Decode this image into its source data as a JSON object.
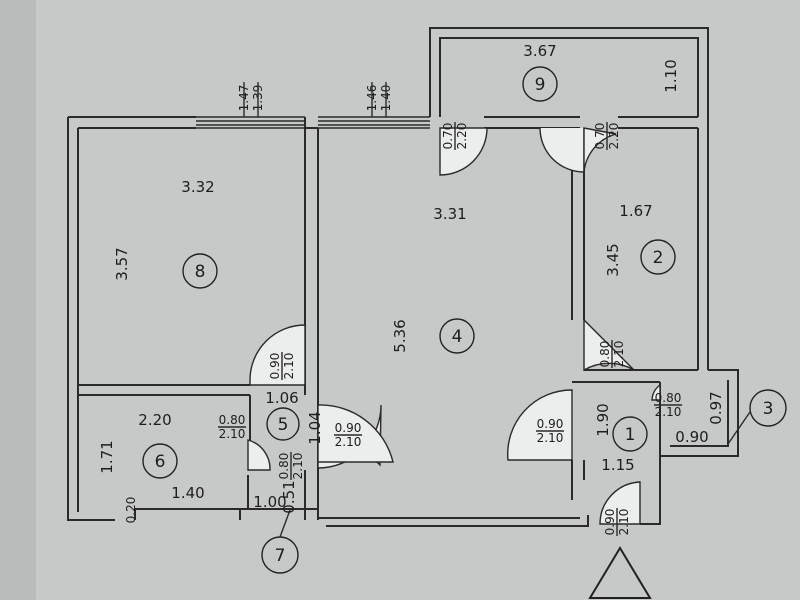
{
  "rooms": [
    {
      "id": "1",
      "dims": [
        "1.90",
        "1.15"
      ]
    },
    {
      "id": "2",
      "dims": [
        "1.67",
        "3.45"
      ]
    },
    {
      "id": "3",
      "dims": [
        "0.97",
        "0.90"
      ]
    },
    {
      "id": "4",
      "dims": [
        "3.31",
        "5.36"
      ]
    },
    {
      "id": "5",
      "dims": [
        "1.06",
        "1.04"
      ]
    },
    {
      "id": "6",
      "dims": [
        "2.20",
        "1.71",
        "1.40",
        "0.20"
      ]
    },
    {
      "id": "7",
      "dims": [
        "1.00",
        "0.51"
      ]
    },
    {
      "id": "8",
      "dims": [
        "3.32",
        "3.57"
      ]
    },
    {
      "id": "9",
      "dims": [
        "3.67",
        "1.10"
      ]
    }
  ],
  "windows": [
    {
      "top": "1.47",
      "bottom": "1.39"
    },
    {
      "top": "1.46",
      "bottom": "1.40"
    }
  ],
  "doors": [
    {
      "w": "0.70",
      "h": "2.20"
    },
    {
      "w": "0.70",
      "h": "2.20"
    },
    {
      "w": "0.90",
      "h": "2.10"
    },
    {
      "w": "0.80",
      "h": "2.10"
    },
    {
      "w": "0.80",
      "h": "2.10"
    },
    {
      "w": "0.80",
      "h": "2.10"
    },
    {
      "w": "0.90",
      "h": "2.10"
    },
    {
      "w": "0.90",
      "h": "2.10"
    },
    {
      "w": "0.80",
      "h": "2.10"
    },
    {
      "w": "0.90",
      "h": "2.10"
    }
  ]
}
